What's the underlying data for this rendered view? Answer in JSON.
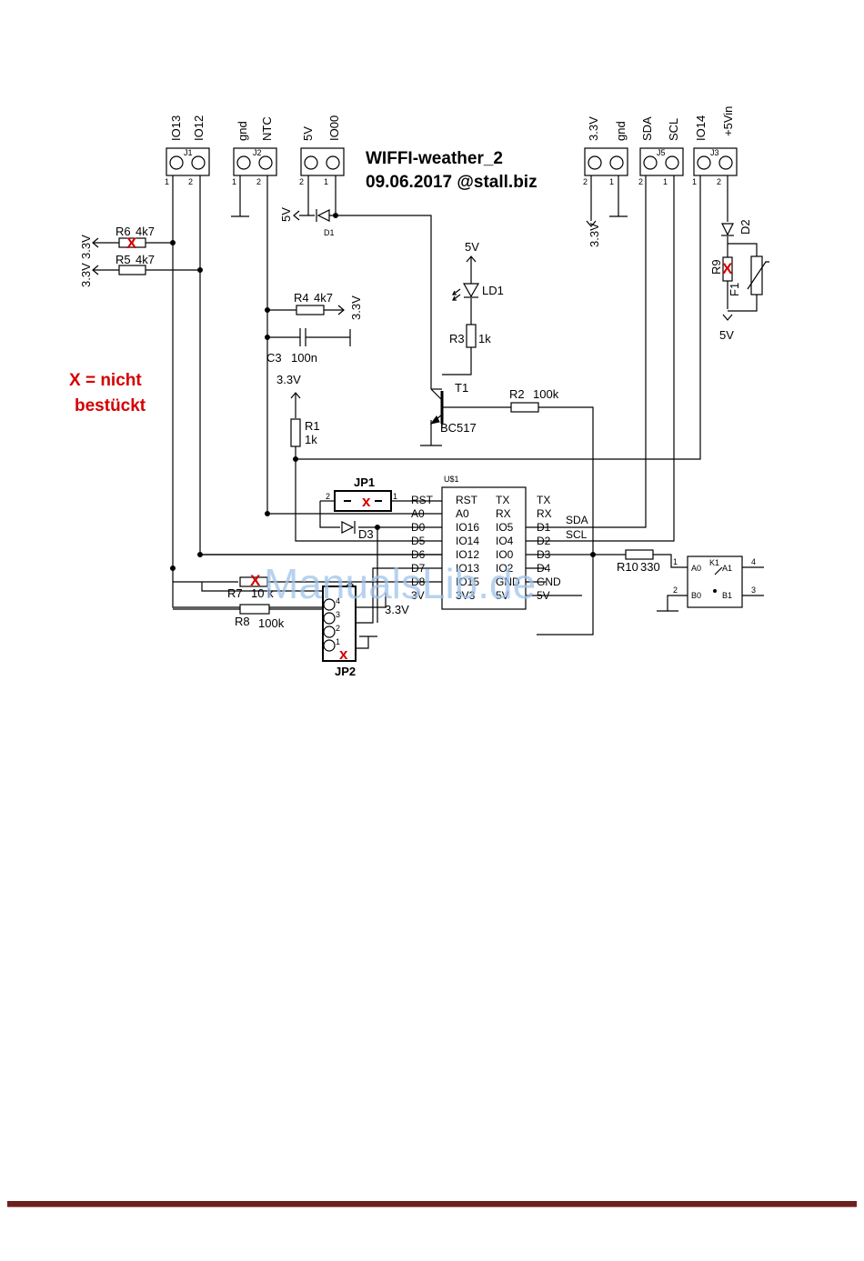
{
  "title": {
    "line1": "WIFFI-weather_2",
    "line2": "09.06.2017  @stall.biz"
  },
  "note": {
    "line1": "X  =  nicht",
    "line2": "bestückt"
  },
  "not_populated_mark": "X",
  "not_populated_mark_lower": "x",
  "watermark": "ManualsLib.de",
  "connectors": {
    "J1": {
      "ref": "J1",
      "pin1": "IO13",
      "pin2": "IO12"
    },
    "J2": {
      "ref": "J2",
      "pin1": "gnd",
      "pin2": "NTC"
    },
    "J4": {
      "pin1": "5V",
      "pin2": "IO00"
    },
    "J5a": {
      "pin1": "3.3V",
      "pin2": "gnd"
    },
    "J5": {
      "ref": "J5",
      "pin1": "SDA",
      "pin2": "SCL"
    },
    "J3": {
      "ref": "J3",
      "pin1": "IO14",
      "pin2": "+5Vin"
    }
  },
  "pin_numbers": {
    "one": "1",
    "two": "2",
    "three": "3",
    "four": "4"
  },
  "rails": {
    "v33": "3.3V",
    "v5": "5V"
  },
  "components": {
    "R6": {
      "ref": "R6",
      "value": "4k7"
    },
    "R5": {
      "ref": "R5",
      "value": "4k7"
    },
    "R4": {
      "ref": "R4",
      "value": "4k7"
    },
    "C3": {
      "ref": "C3",
      "value": "100n"
    },
    "D1": {
      "ref": "D1"
    },
    "LD1": {
      "ref": "LD1"
    },
    "R3": {
      "ref": "R3",
      "value": "1k"
    },
    "T1": {
      "ref": "T1",
      "value": "BC517"
    },
    "R2": {
      "ref": "R2",
      "value": "100k"
    },
    "R1": {
      "ref": "R1",
      "value": "1k"
    },
    "D2": {
      "ref": "D2"
    },
    "R9": {
      "ref": "R9"
    },
    "F1": {
      "ref": "F1"
    },
    "JP1": {
      "ref": "JP1"
    },
    "JP2": {
      "ref": "JP2"
    },
    "D3": {
      "ref": "D3"
    },
    "R7": {
      "ref": "R7",
      "value": "10 k"
    },
    "R8": {
      "ref": "R8",
      "value": "100k"
    },
    "R10": {
      "ref": "R10",
      "value": "330"
    },
    "K1": {
      "ref": "K1",
      "a0": "A0",
      "a1": "A1",
      "b0": "B0",
      "b1": "B1"
    }
  },
  "module": {
    "ref": "U$1",
    "left_inner": [
      "RST",
      "A0",
      "IO16",
      "IO14",
      "IO12",
      "IO13",
      "IO15",
      "3V3"
    ],
    "right_inner": [
      "TX",
      "RX",
      "IO5",
      "IO4",
      "IO0",
      "IO2",
      "GND",
      "5V"
    ],
    "left_outer": [
      "RST",
      "A0",
      "D0",
      "D5",
      "D6",
      "D7",
      "D8",
      "3V"
    ],
    "right_outer": [
      "TX",
      "RX",
      "D1",
      "D2",
      "D3",
      "D4",
      "GND",
      "5V"
    ],
    "sda": "SDA",
    "scl": "SCL"
  }
}
